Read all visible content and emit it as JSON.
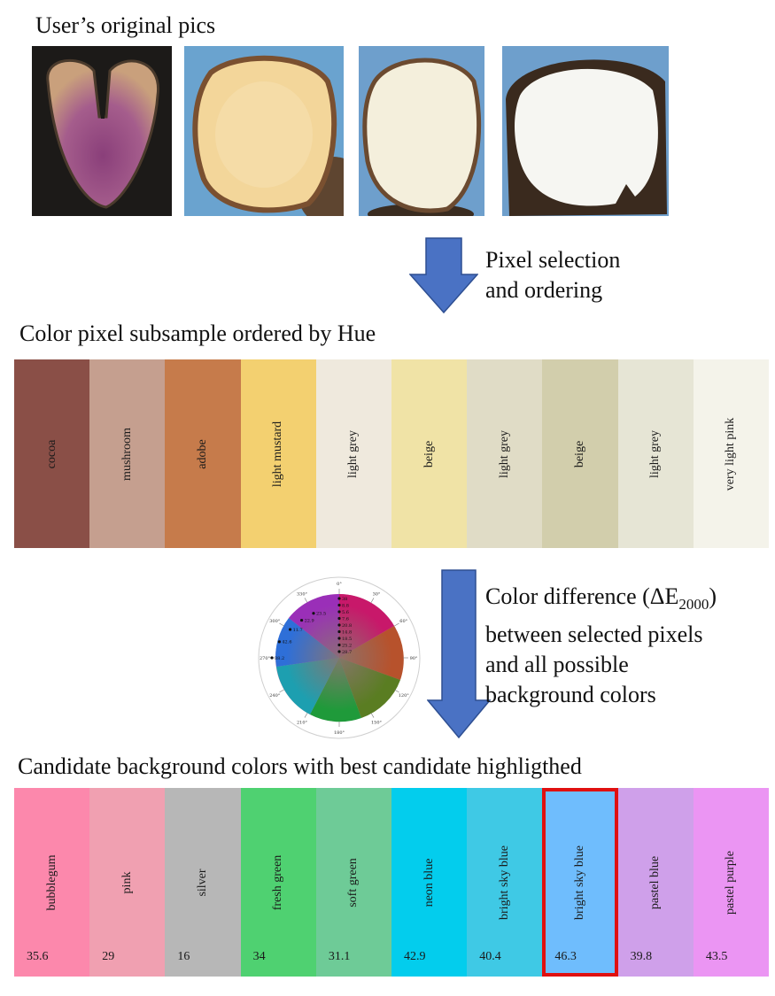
{
  "headings": {
    "original": "User’s original pics",
    "subsample": "Color pixel subsample ordered by Hue",
    "candidates": "Candidate background colors with best candidate highligthed"
  },
  "photos": [
    {
      "name": "purple-flesh-tuber",
      "background": "dark"
    },
    {
      "name": "orange-flesh-tuber",
      "background": "blue"
    },
    {
      "name": "cream-flesh-tuber",
      "background": "blue"
    },
    {
      "name": "white-flesh-tuber",
      "background": "blue"
    }
  ],
  "steps": {
    "selection_line1": "Pixel selection",
    "selection_line2": "and ordering",
    "difference_line1_prefix": "Color difference (ΔE",
    "difference_line1_sub": "2000",
    "difference_line1_suffix": ")",
    "difference_line2": "between selected pixels",
    "difference_line3": "and all possible",
    "difference_line4": "background colors"
  },
  "subsample_swatches": [
    {
      "label": "cocoa",
      "color": "#8a4f47"
    },
    {
      "label": "mushroom",
      "color": "#c59f8f"
    },
    {
      "label": "adobe",
      "color": "#c67b4b"
    },
    {
      "label": "light mustard",
      "color": "#f3d070"
    },
    {
      "label": "light grey",
      "color": "#efe9dd"
    },
    {
      "label": "beige",
      "color": "#f0e3a6"
    },
    {
      "label": "light grey",
      "color": "#e0dcc6"
    },
    {
      "label": "beige",
      "color": "#d2ceac"
    },
    {
      "label": "light grey",
      "color": "#e6e5d5"
    },
    {
      "label": "very light pink",
      "color": "#f4f3ea"
    }
  ],
  "candidate_swatches": [
    {
      "label": "bubblegum",
      "score": "35.6",
      "color": "#fc88ac",
      "best": false
    },
    {
      "label": "pink",
      "score": "29",
      "color": "#f0a0b1",
      "best": false
    },
    {
      "label": "silver",
      "score": "16",
      "color": "#b7b7b7",
      "best": false
    },
    {
      "label": "fresh green",
      "score": "34",
      "color": "#4fd171",
      "best": false
    },
    {
      "label": "soft green",
      "score": "31.1",
      "color": "#6ecb97",
      "best": false
    },
    {
      "label": "neon blue",
      "score": "42.9",
      "color": "#03cded",
      "best": false
    },
    {
      "label": "bright sky blue",
      "score": "40.4",
      "color": "#3fc9e5",
      "best": false
    },
    {
      "label": "bright sky blue",
      "score": "46.3",
      "color": "#6fbdfd",
      "best": true
    },
    {
      "label": "pastel blue",
      "score": "39.8",
      "color": "#cfa0ea",
      "best": false
    },
    {
      "label": "pastel purple",
      "score": "43.5",
      "color": "#eb95f3",
      "best": false
    }
  ],
  "hue_wheel": {
    "angle_labels": [
      "0°",
      "30°",
      "60°",
      "90°",
      "120°",
      "150°",
      "180°",
      "210°",
      "240°",
      "270°",
      "300°",
      "330°"
    ],
    "vertical_values": [
      "38",
      "8.8",
      "5.6",
      "7.6",
      "20.8",
      "14.8",
      "18.5",
      "25.2",
      "28.7"
    ],
    "left_values": [
      "23.5",
      "22.9",
      "11.7",
      "42.6",
      "38.2"
    ]
  }
}
